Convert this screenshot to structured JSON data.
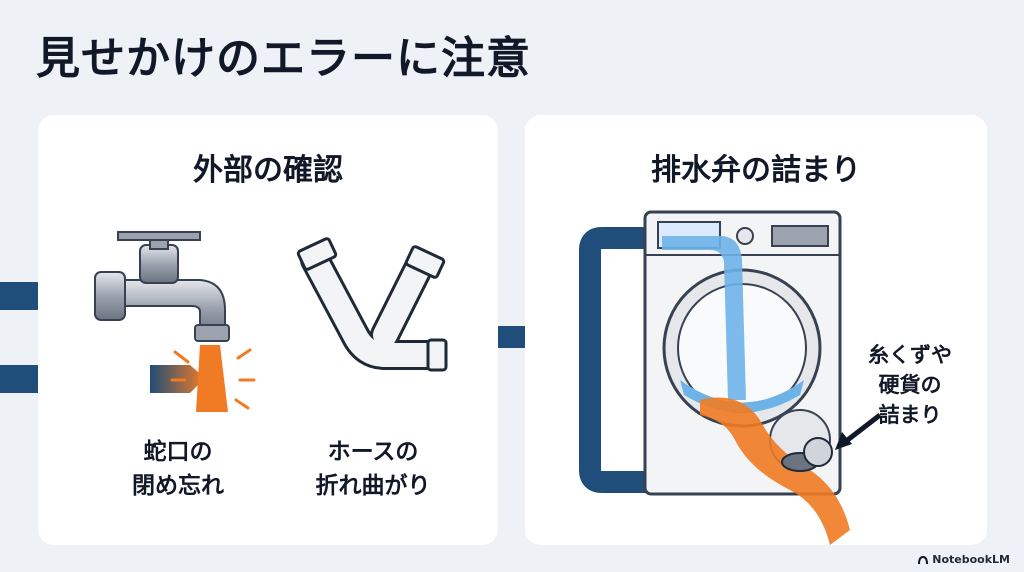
{
  "title": "見せかけのエラーに注意",
  "left_panel": {
    "heading": "外部の確認",
    "faucet_caption": [
      "蛇口の",
      "閉め忘れ"
    ],
    "hose_caption": [
      "ホースの",
      "折れ曲がり"
    ]
  },
  "right_panel": {
    "heading": "排水弁の詰まり",
    "callout": [
      "糸くずや",
      "硬貨の",
      "詰まり"
    ]
  },
  "colors": {
    "pipe": "#1e4e79",
    "water": "#6db3e8",
    "orange": "#f07b24",
    "card": "#ffffff",
    "background": "#eef2f6"
  },
  "footer": {
    "brand": "NotebookLM"
  }
}
